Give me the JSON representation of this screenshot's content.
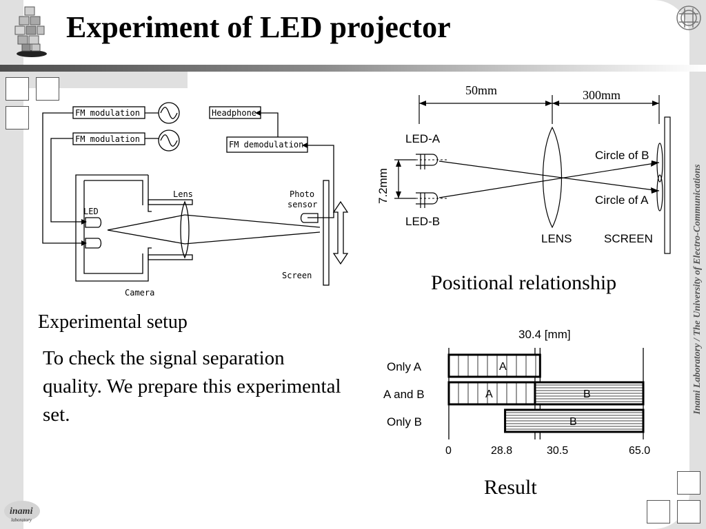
{
  "title": "Experiment of LED projector",
  "setup": {
    "caption": "Experimental  setup",
    "fm_modulation_1": "FM modulation",
    "fm_modulation_2": "FM modulation",
    "headphone": "Headphone",
    "fm_demodulation": "FM demodulation",
    "led": "LED",
    "lens": "Lens",
    "photo": "Photo",
    "sensor": "sensor",
    "screen": "Screen",
    "camera": "Camera"
  },
  "description": "To check the signal separation quality. We prepare this experimental set.",
  "positional": {
    "caption": "Positional relationship",
    "dist_1": "50mm",
    "dist_2": "300mm",
    "led_a": "LED-A",
    "led_b": "LED-B",
    "gap": "7.2mm",
    "circle_b": "Circle of B",
    "circle_a": "Circle of A",
    "lens": "LENS",
    "screen": "SCREEN"
  },
  "result": {
    "caption": "Result",
    "width_label": "30.4 [mm]",
    "rows": [
      "Only A",
      "A and B",
      "Only B"
    ],
    "bar_labels": [
      "A",
      "A",
      "B",
      "B"
    ],
    "ticks": [
      "0",
      "28.8",
      "30.5",
      "65.0"
    ]
  },
  "chart_data": {
    "type": "bar",
    "title": "Result",
    "categories": [
      "Only A",
      "A and B",
      "Only B"
    ],
    "x_ticks": [
      0,
      28.8,
      30.5,
      65.0
    ],
    "xlim": [
      0,
      65.0
    ],
    "width_annotation": "30.4 [mm]",
    "series": [
      {
        "name": "A",
        "ranges": [
          [
            0,
            30.5
          ],
          [
            0,
            28.8
          ],
          null
        ]
      },
      {
        "name": "B",
        "ranges": [
          null,
          [
            28.8,
            65.0
          ],
          [
            18.8,
            65.0
          ]
        ]
      }
    ]
  },
  "credit": "Inami Laboratory / The University of Electro-Communications",
  "logo_text": "inami laboratory",
  "colors": {
    "accent": "#555555",
    "background": "#e0e0e0"
  }
}
